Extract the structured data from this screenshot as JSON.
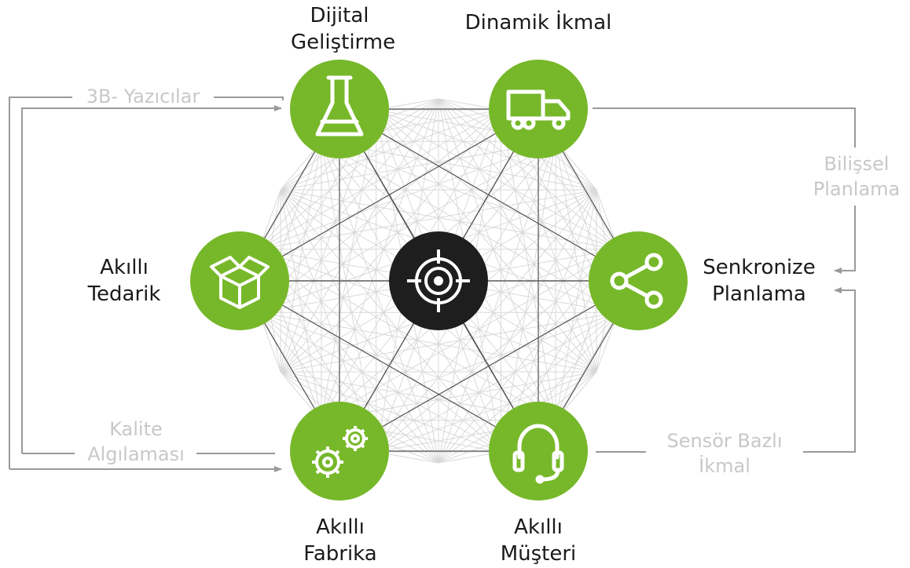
{
  "colors": {
    "node": "#77b82a",
    "center": "#1e1e1e",
    "mesh": "#d9d9d9",
    "spoke": "#555555",
    "arrow": "#9a9a9a",
    "grey_text": "#c8c8c8"
  },
  "nodes": [
    {
      "id": "dijital",
      "icon": "flask-icon",
      "label": [
        "Dijital",
        "Geliştirme"
      ]
    },
    {
      "id": "dinamik",
      "icon": "truck-icon",
      "label": [
        "Dinamik İkmal"
      ]
    },
    {
      "id": "senkronize",
      "icon": "share-icon",
      "label": [
        "Senkronize",
        "Planlama"
      ]
    },
    {
      "id": "musteri",
      "icon": "headset-icon",
      "label": [
        "Akıllı",
        "Müşteri"
      ]
    },
    {
      "id": "fabrika",
      "icon": "gears-icon",
      "label": [
        "Akıllı",
        "Fabrika"
      ]
    },
    {
      "id": "tedarik",
      "icon": "box-icon",
      "label": [
        "Akıllı",
        "Tedarik"
      ]
    }
  ],
  "center": {
    "icon": "target-icon"
  },
  "flows": {
    "yazicilar": "3B- Yazıcılar",
    "bilissel": [
      "Bilişsel",
      "Planlama"
    ],
    "kalite": [
      "Kalite",
      "Algılaması"
    ],
    "sensor": [
      "Sensör Bazlı",
      "İkmal"
    ]
  }
}
